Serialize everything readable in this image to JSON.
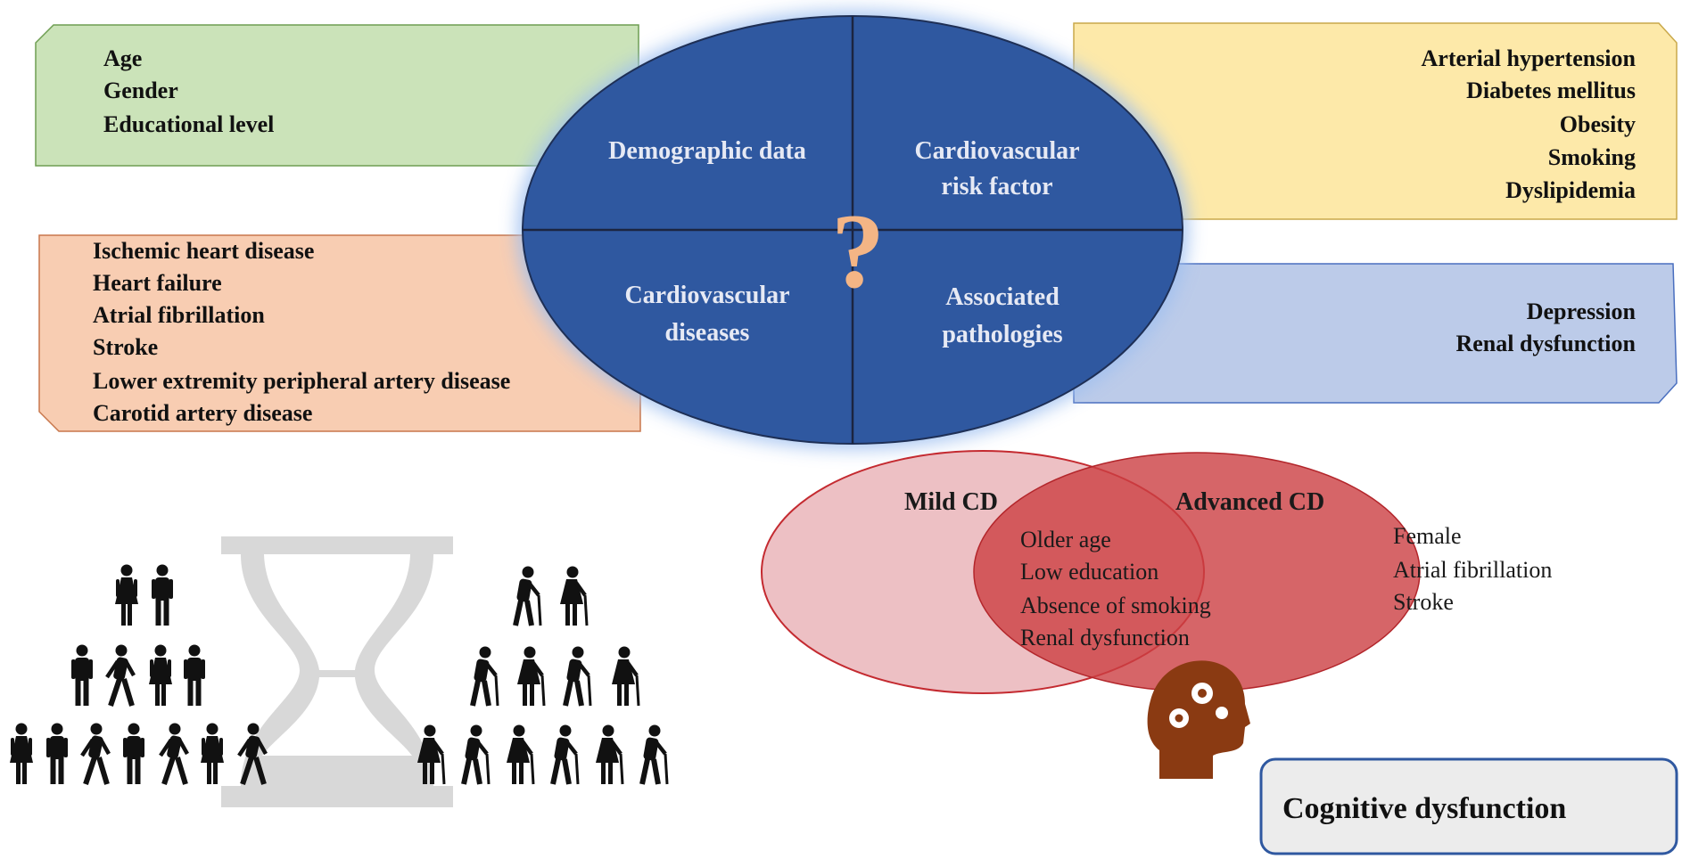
{
  "diagram": {
    "demographic": {
      "label": "Demographic data",
      "items": [
        "Age",
        "Gender",
        "Educational level"
      ],
      "color": "#cbe3b9"
    },
    "cv_risk": {
      "label_lines": [
        "Cardiovascular",
        "risk factor"
      ],
      "items": [
        "Arterial hypertension",
        "Diabetes mellitus",
        "Obesity",
        "Smoking",
        "Dyslipidemia"
      ],
      "color": "#fde9a9"
    },
    "cv_diseases": {
      "label_lines": [
        "Cardiovascular",
        "diseases"
      ],
      "items": [
        "Ischemic heart disease",
        "Heart failure",
        "Atrial fibrillation",
        "Stroke",
        "Lower extremity peripheral artery disease",
        "Carotid artery disease"
      ],
      "color": "#f8cdb2"
    },
    "associated": {
      "label_lines": [
        "Associated",
        "pathologies"
      ],
      "items": [
        "Depression",
        "Renal dysfunction"
      ],
      "color": "#bccbe9"
    },
    "center_symbol": "?",
    "ellipse_color": "#2f58a0",
    "venn": {
      "mild_label": "Mild  CD",
      "advanced_label": "Advanced CD",
      "shared_items": [
        "Older age",
        "Low education",
        "Absence of smoking",
        "Renal dysfunction"
      ],
      "advanced_items": [
        "Female",
        "Atrial  fibrillation",
        "Stroke"
      ],
      "mild_color": "#e6a5ab",
      "advanced_color": "#cc3f42"
    },
    "outcome_label": "Cognitive dysfunction",
    "icons": [
      "young-people-icon",
      "hourglass-icon",
      "elderly-people-icon",
      "head-gears-icon"
    ]
  }
}
